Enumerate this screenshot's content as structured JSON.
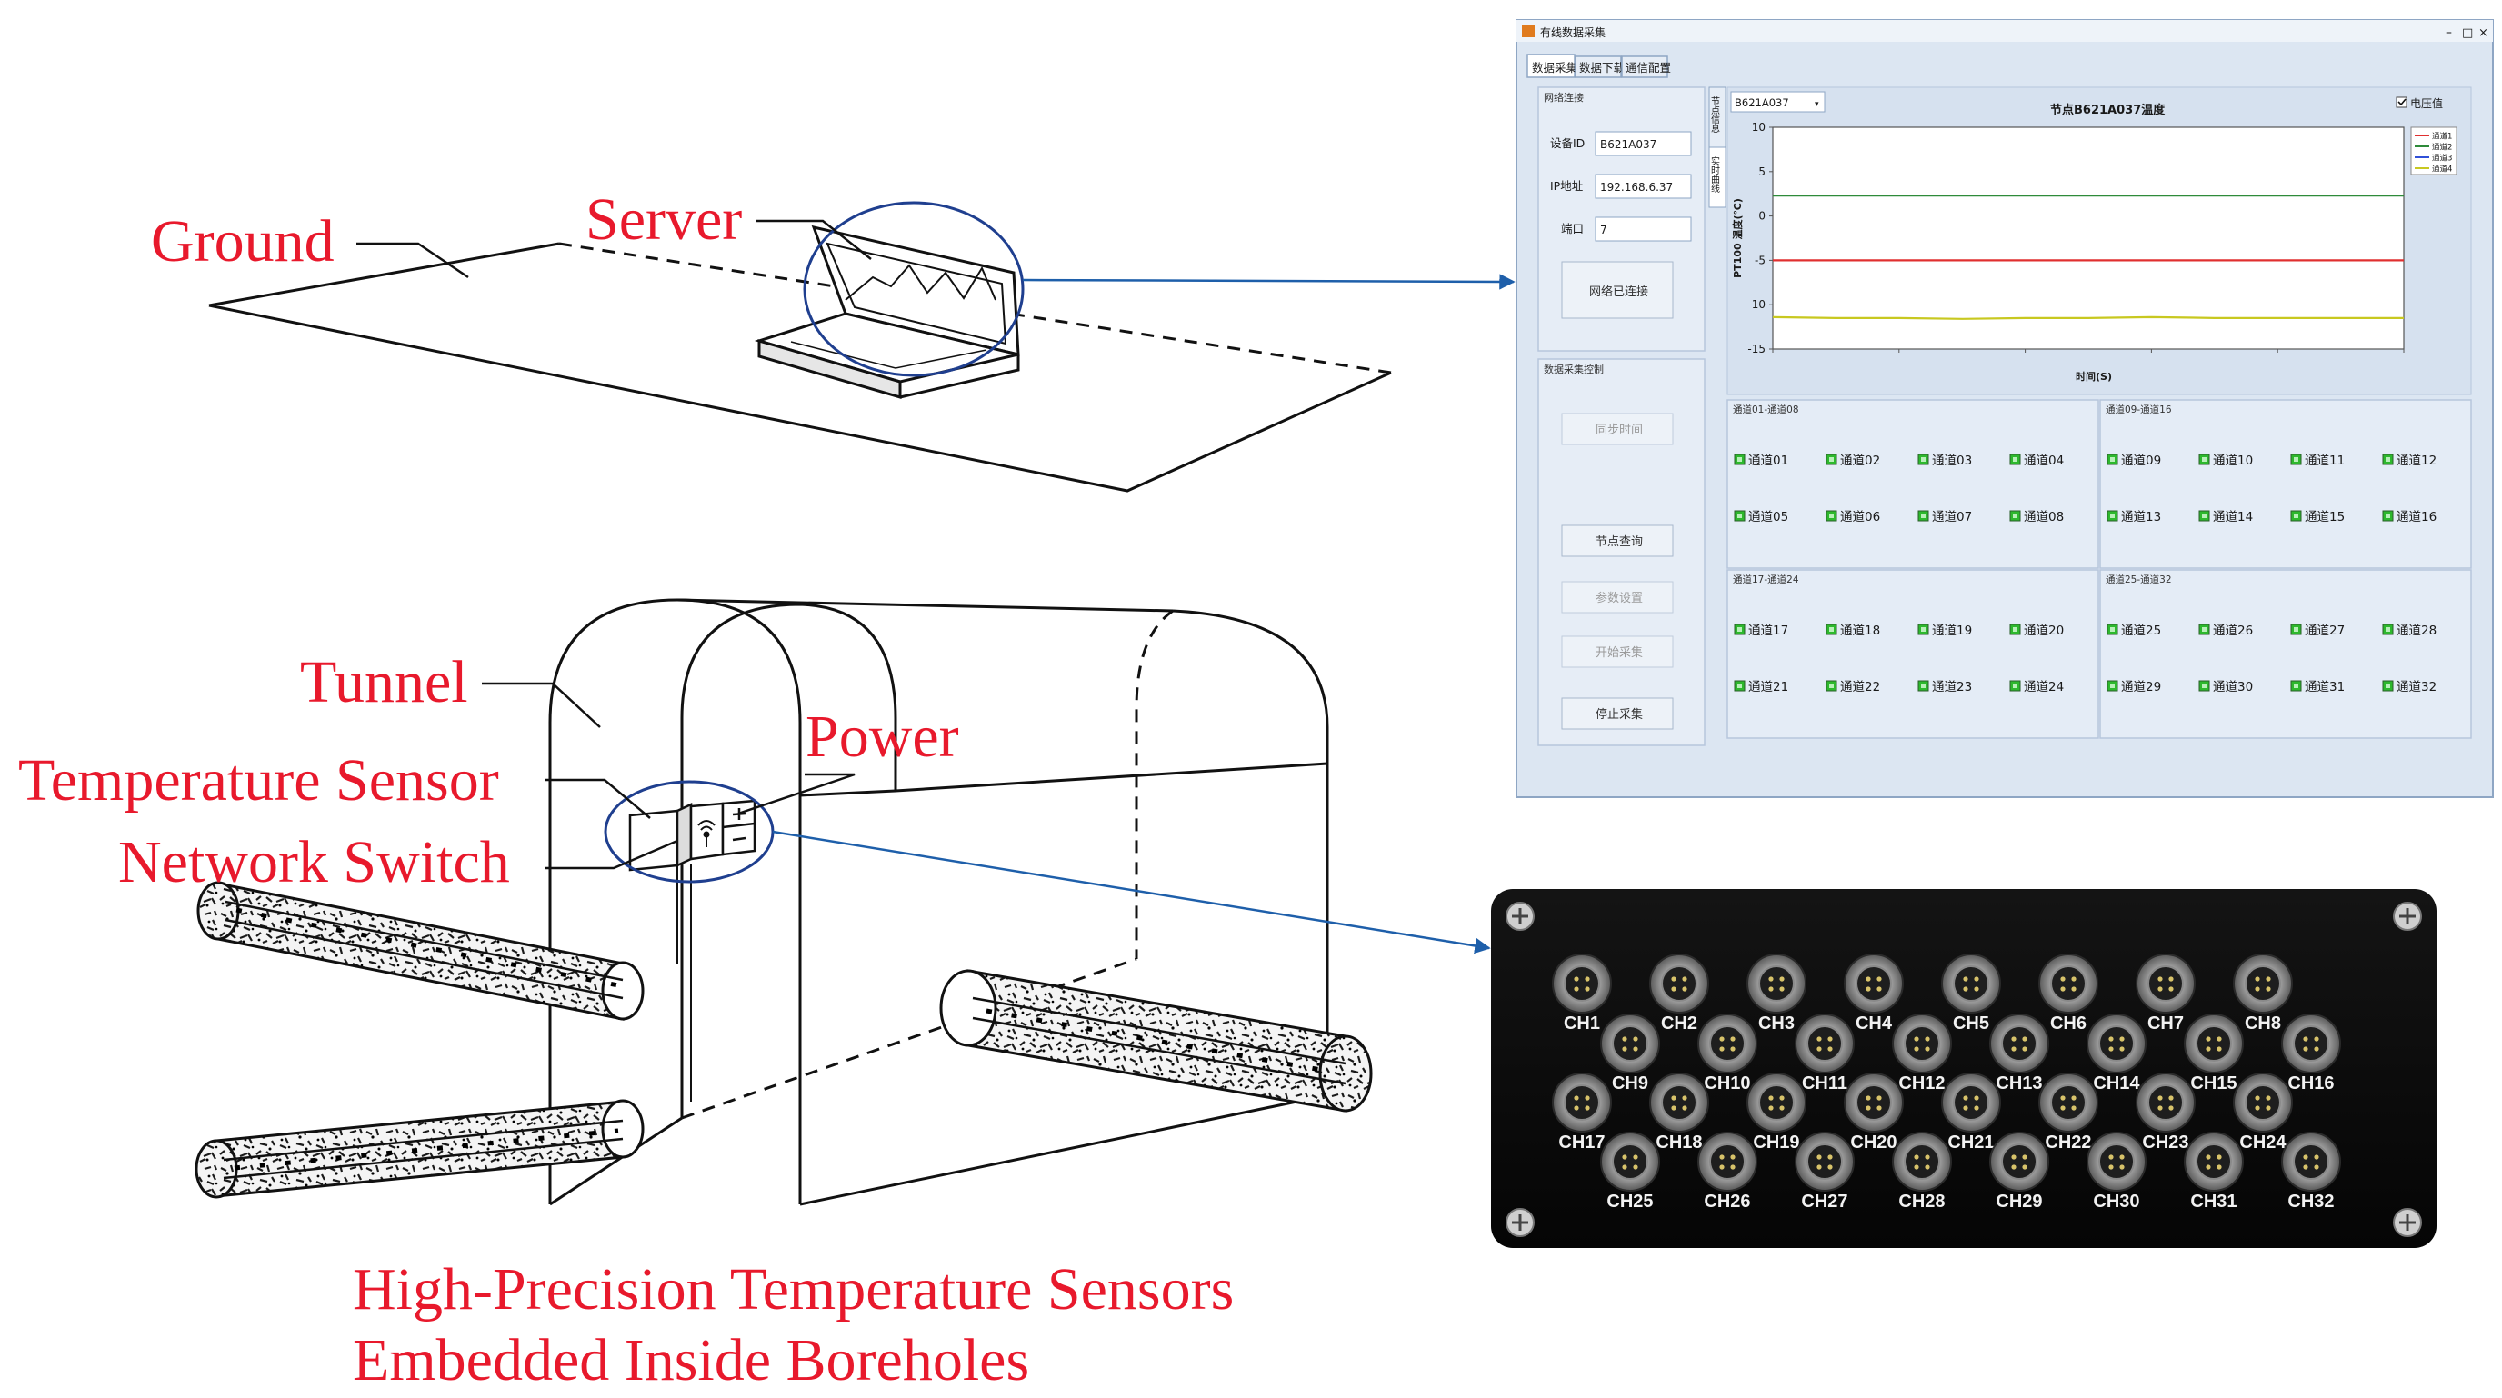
{
  "labels": {
    "ground": "Ground",
    "server": "Server",
    "tunnel": "Tunnel",
    "power": "Power",
    "temperature_sensor": "Temperature Sensor",
    "network_switch": "Network Switch",
    "boreholes_line1": "High-Precision Temperature Sensors",
    "boreholes_line2": "Embedded Inside Boreholes"
  },
  "software": {
    "window_title": "有线数据采集",
    "tabs": [
      "数据采集",
      "数据下载",
      "通信配置"
    ],
    "network_group_title": "网络连接",
    "device_id_label": "设备ID",
    "device_id_value": "B621A037",
    "ip_label": "IP地址",
    "ip_value": "192.168.6.37",
    "port_label": "端口",
    "port_value": "7",
    "connected_button": "网络已连接",
    "acq_group_title": "数据采集控制",
    "buttons": [
      "同步时间",
      "节点查询",
      "参数设置",
      "开始采集",
      "停止采集"
    ],
    "vertical_tabs": [
      "实时曲线",
      "节点信息"
    ],
    "node_select_value": "B621A037",
    "voltage_checkbox": "电压值",
    "groups": [
      "通道01-通道08",
      "通道09-通道16",
      "通道17-通道24",
      "通道25-通道32"
    ],
    "channels": [
      "通道01",
      "通道02",
      "通道03",
      "通道04",
      "通道05",
      "通道06",
      "通道07",
      "通道08",
      "通道09",
      "通道10",
      "通道11",
      "通道12",
      "通道13",
      "通道14",
      "通道15",
      "通道16",
      "通道17",
      "通道18",
      "通道19",
      "通道20",
      "通道21",
      "通道22",
      "通道23",
      "通道24",
      "通道25",
      "通道26",
      "通道27",
      "通道28",
      "通道29",
      "通道30",
      "通道31",
      "通道32"
    ],
    "colors": {
      "accent": "#1e5faa",
      "window_bg": "#dce6f2",
      "panel_bg": "#e4ecf6",
      "led": "#2db82d"
    }
  },
  "chart_data": {
    "type": "line",
    "title": "节点B621A037温度",
    "xlabel": "时间(S)",
    "ylabel": "PT100 温度(℃)",
    "ylim": [
      -15,
      10
    ],
    "yticks": [
      10,
      5,
      0,
      -5,
      -10,
      -15
    ],
    "x": [
      0,
      1,
      2,
      3,
      4,
      5,
      6,
      7,
      8,
      9,
      10
    ],
    "series": [
      {
        "name": "通道1",
        "color": "#e03030",
        "values": [
          -5,
          -5,
          -5,
          -5,
          -5,
          -5,
          -5,
          -5,
          -5,
          -5,
          -5
        ]
      },
      {
        "name": "通道2",
        "color": "#2e8b3a",
        "values": [
          2.3,
          2.3,
          2.3,
          2.3,
          2.3,
          2.3,
          2.3,
          2.3,
          2.3,
          2.3,
          2.3
        ]
      },
      {
        "name": "通道3",
        "color": "#3050d8",
        "values": []
      },
      {
        "name": "通道4",
        "color": "#c8c820",
        "values": [
          -11.4,
          -11.5,
          -11.5,
          -11.6,
          -11.5,
          -11.5,
          -11.4,
          -11.5,
          -11.5,
          -11.5,
          -11.5
        ]
      }
    ]
  },
  "panel": {
    "channels": [
      "CH1",
      "CH2",
      "CH3",
      "CH4",
      "CH5",
      "CH6",
      "CH7",
      "CH8",
      "CH9",
      "CH10",
      "CH11",
      "CH12",
      "CH13",
      "CH14",
      "CH15",
      "CH16",
      "CH17",
      "CH18",
      "CH19",
      "CH20",
      "CH21",
      "CH22",
      "CH23",
      "CH24",
      "CH25",
      "CH26",
      "CH27",
      "CH28",
      "CH29",
      "CH30",
      "CH31",
      "CH32"
    ]
  }
}
